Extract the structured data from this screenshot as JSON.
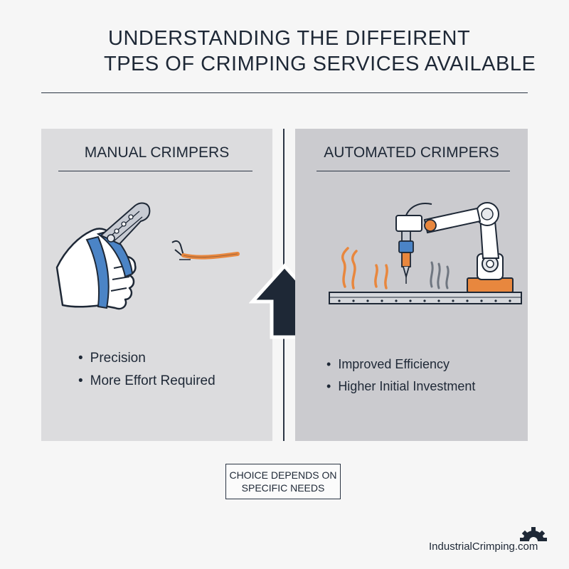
{
  "header": {
    "title_line1": "UNDERSTANDING THE DIFFEIRENT",
    "title_line2": "TPES OF CRIMPING SERVICES AVAILABLE"
  },
  "manual": {
    "title": "MANUAL CRIMPERS",
    "bullets": [
      "Precision",
      "More Effort Required"
    ],
    "illustration": "hand-crimper-icon"
  },
  "automated": {
    "title": "AUTOMATED CRIMPERS",
    "bullets": [
      "Improved Efficiency",
      "Higher Initial Investment"
    ],
    "illustration": "robotic-arm-icon"
  },
  "center_arrow": "up-arrow-icon",
  "conclusion": {
    "line1": "CHOICE DEPENDS ON",
    "line2": "SPECIFIC NEEDS"
  },
  "footer": {
    "brand": "IndustrialCrimping.com",
    "logo": "gear-icon"
  },
  "colors": {
    "accent_orange": "#e8873e",
    "accent_blue": "#4b84c6",
    "dark": "#1e2836",
    "left_panel": "#dcdcde",
    "right_panel": "#cbcbcf"
  }
}
